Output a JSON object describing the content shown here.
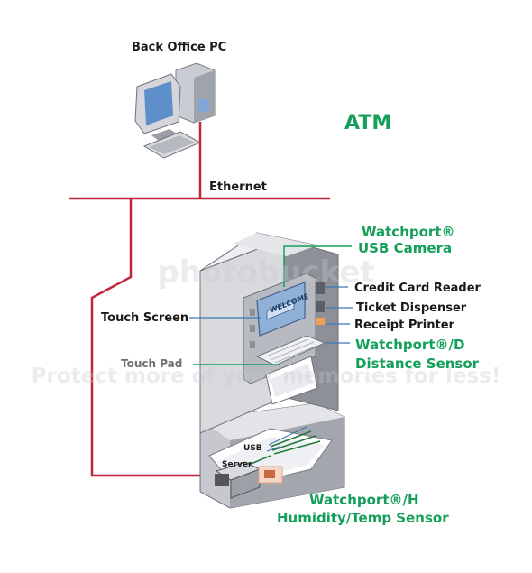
{
  "diagram": {
    "title": "ATM",
    "nodes": {
      "back_office_pc": "Back Office PC",
      "ethernet": "Ethernet",
      "usb_camera": [
        "Watchport®",
        "USB Camera"
      ],
      "credit_card_reader": "Credit Card Reader",
      "ticket_dispenser": "Ticket Dispenser",
      "receipt_printer": "Receipt Printer",
      "touch_screen": "Touch Screen",
      "touch_pad": "Touch Pad",
      "distance_sensor": [
        "Watchport®/D",
        "Distance Sensor"
      ],
      "usb": "USB",
      "server": "Server",
      "humidity_sensor": [
        "Watchport®/H",
        "Humidity/Temp Sensor"
      ]
    },
    "screen_text": "WELCOME"
  },
  "watermark": {
    "logo": "photobucket",
    "text": "Protect more of your memories for less!"
  },
  "colors": {
    "network_line": "#c0263a",
    "callout_line": "#3a78b8",
    "green_label": "#14a05a",
    "kiosk_light": "#d8dade",
    "kiosk_mid": "#a9acb2",
    "kiosk_dark": "#74777e",
    "screen": "#8fb1d8"
  }
}
